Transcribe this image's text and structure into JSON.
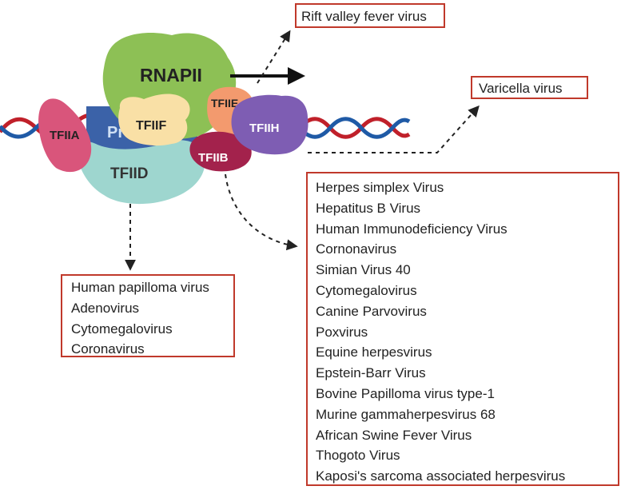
{
  "factors": {
    "rnapii": "RNAPII",
    "tfiia": "TFIIA",
    "tfiid": "TFIID",
    "tfiif": "TFIIF",
    "tfiie": "TFIIE",
    "tfiih": "TFIIH",
    "tfiib": "TFIIB",
    "promoter_fragment": "Pr"
  },
  "colors": {
    "box_border": "#c0392b",
    "dna_red": "#c0202a",
    "dna_blue": "#1f5aa6",
    "rnapii": "#8dc055",
    "tfiia": "#d9557b",
    "tfiid": "#9ed6cf",
    "tfiif": "#f9e0a6",
    "tfiie": "#f39a6e",
    "tfiih": "#7e5db3",
    "tfiib": "#a3224c",
    "promoter": "#3b62a8"
  },
  "viruses": {
    "tfiie": [
      "Rift valley fever virus"
    ],
    "tfiih": [
      "Varicella virus"
    ],
    "tfiid": [
      "Human papilloma virus",
      "Adenovirus",
      "Cytomegalovirus",
      "Coronavirus"
    ],
    "tfiib": [
      "Herpes simplex Virus",
      "Hepatitus B Virus",
      "Human Immunodeficiency Virus",
      "Cornonavirus",
      "Simian Virus 40",
      "Cytomegalovirus",
      "Canine Parvovirus",
      "Poxvirus",
      "Equine herpesvirus",
      "Epstein-Barr Virus",
      "Bovine Papilloma virus type-1",
      "Murine gammaherpesvirus 68",
      "African Swine Fever Virus",
      "Thogoto Virus",
      "Kaposi's sarcoma associated herpesvirus"
    ]
  }
}
